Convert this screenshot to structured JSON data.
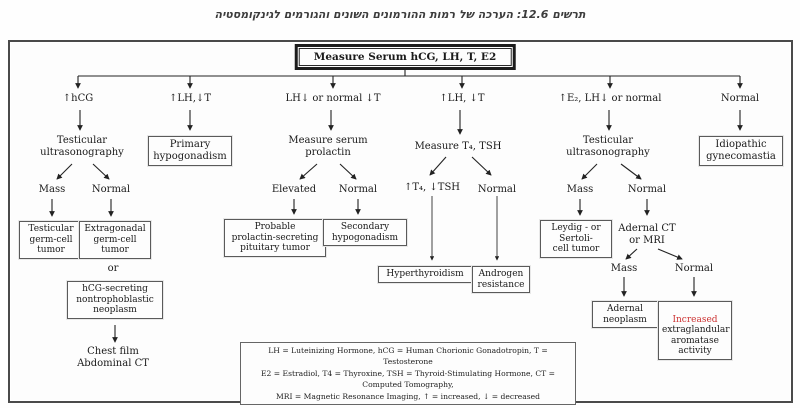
{
  "title": "תרשים 12.6: הערכה של רמות ההורמונים השונים והגורמים לגינקומסטיה",
  "root": {
    "label": "Measure Serum hCG, LH, T, E2"
  },
  "branch1": {
    "label": "↑hCG",
    "step": "Testicular\nultrasonography",
    "mass_label": "Mass",
    "normal_label": "Normal",
    "mass_result": "Testicular\ngerm-cell\ntumor",
    "normal_result": "Extragonadal\ngerm-cell\ntumor",
    "or_label": "or",
    "alt_result": "hCG-secreting\nnontrophoblastic\nneoplasm",
    "followup": "Chest film\nAbdominal CT"
  },
  "branch2": {
    "label": "↑LH,↓T",
    "result": "Primary\nhypogonadism"
  },
  "branch3": {
    "label": "LH↓ or normal ↓T",
    "step": "Measure serum\nprolactin",
    "elevated_label": "Elevated",
    "normal_label": "Normal",
    "elevated_result": "Probable\nprolactin-secreting\npituitary tumor",
    "normal_result": "Secondary\nhypogonadism"
  },
  "branch4": {
    "label": "↑LH, ↓T",
    "step": "Measure T₄, TSH",
    "abnormal_label": "↑T₄, ↓TSH",
    "normal_label": "Normal",
    "abnormal_result": "Hyperthyroidism",
    "normal_result": "Androgen\nresistance"
  },
  "branch5": {
    "label": "↑E₂, LH↓ or normal",
    "step": "Testicular\nultrasonography",
    "mass_label": "Mass",
    "normal_label": "Normal",
    "mass_result": "Leydig - or\nSertoli-\ncell tumor",
    "normal_step": "Adernal CT\nor MRI",
    "mass2_label": "Mass",
    "normal2_label": "Normal",
    "mass2_result": "Adernal\nneoplasm",
    "normal2_result_highlight": "Increased",
    "normal2_result_rest": "extraglandular\naromatase\nactivity"
  },
  "branch6": {
    "label": "Normal",
    "result": "Idiopathic\ngynecomastia"
  },
  "legend": {
    "text": "LH = Luteinizing Hormone, hCG = Human Chorionic Gonadotropin, T = Testosterone\nE2 = Estradiol, T4 = Thyroxine, TSH = Thyroid-Stimulating Hormone, CT = Computed Tomography,\nMRI = Magnetic Resonance Imaging, ↑ = increased, ↓ = decreased"
  },
  "colors": {
    "highlight_red": "#cc3333",
    "text": "#1a1a1a"
  }
}
